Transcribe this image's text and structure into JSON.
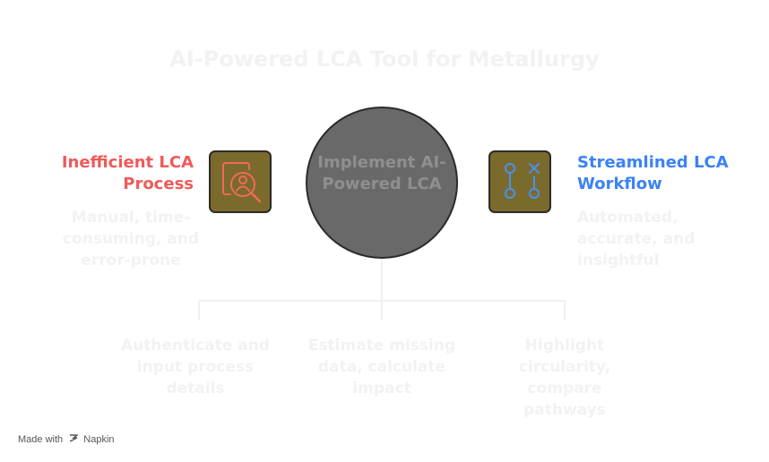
{
  "title": "AI-Powered LCA Tool for Metallurgy",
  "left": {
    "heading": "Inefficient LCA Process",
    "description": "Manual, time-consuming, and error-prone"
  },
  "right": {
    "heading": "Streamlined LCA Workflow",
    "description": "Automated, accurate, and insightful"
  },
  "center": {
    "label": "Implement AI-Powered LCA"
  },
  "branches": [
    "Authenticate and input process details",
    "Estimate missing data, calculate impact",
    "Highlight circularity, compare pathways"
  ],
  "footer": {
    "made_with": "Made with",
    "brand": "Napkin"
  },
  "colors": {
    "left_accent": "#f05a5a",
    "right_accent": "#3b82f6",
    "icon_box": "#7a6a2c",
    "circle": "#696969"
  },
  "icons": {
    "left": "search-person-icon",
    "right": "workflow-icon"
  }
}
